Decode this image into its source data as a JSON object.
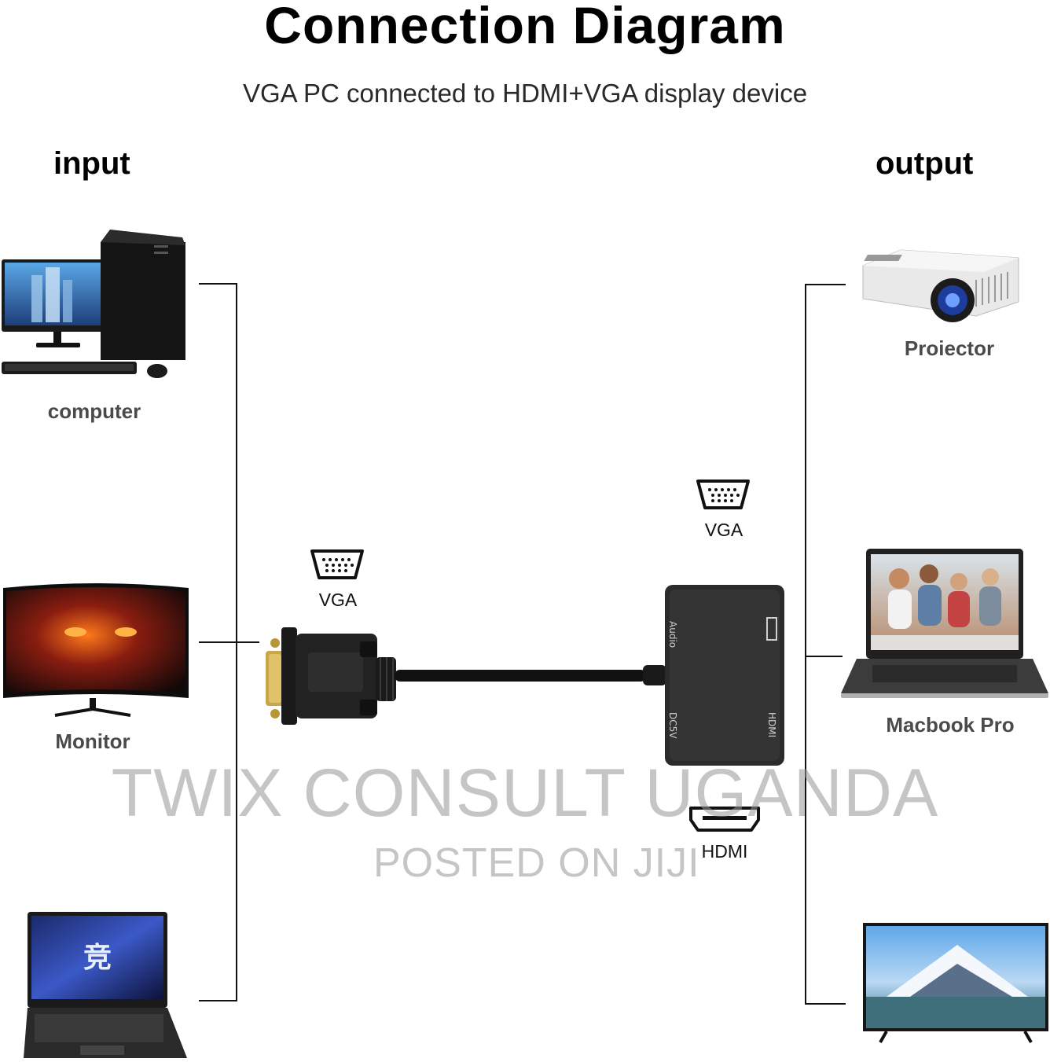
{
  "title": "Connection Diagram",
  "subtitle": "VGA PC connected to HDMI+VGA display device",
  "input_heading": "input",
  "output_heading": "output",
  "inputs": [
    {
      "label": "computer"
    },
    {
      "label": "Monitor"
    },
    {
      "label": ""
    }
  ],
  "outputs": [
    {
      "label": "Proiector"
    },
    {
      "label": "Macbook Pro"
    },
    {
      "label": ""
    }
  ],
  "ports": {
    "input_vga": "VGA",
    "output_vga": "VGA",
    "output_hdmi": "HDMI"
  },
  "adapter_labels": {
    "audio": "Audio",
    "dc5v": "DC5V",
    "hdmi": "HDMI"
  },
  "watermark": {
    "main": "TWIX CONSULT UGANDA",
    "sub": "POSTED ON JIJI"
  }
}
